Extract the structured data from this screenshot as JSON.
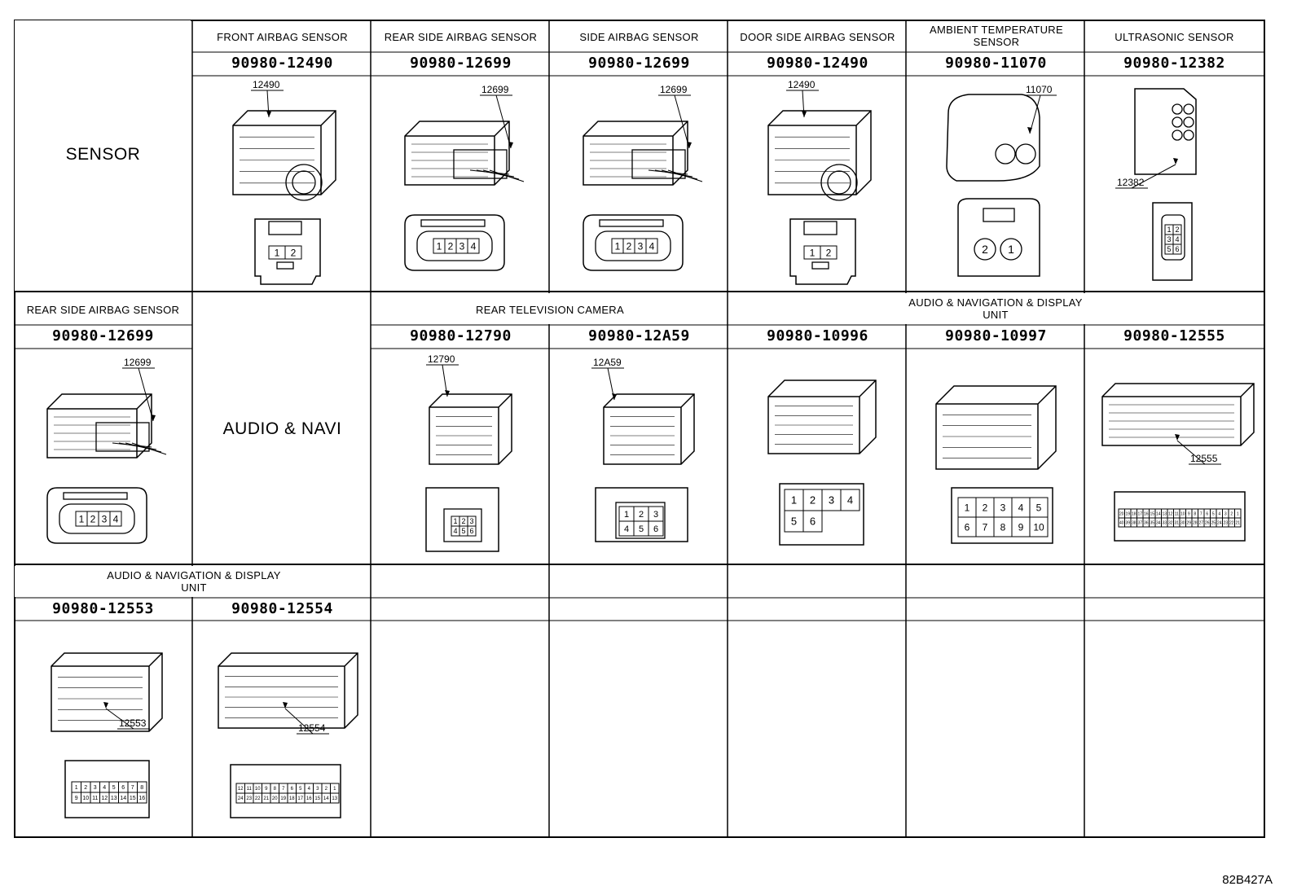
{
  "figure_code": "82B427A",
  "rows": [
    {
      "group_label": "SENSOR",
      "cells": [
        {
          "category": "FRONT AIRBAG SENSOR",
          "part": "90980-12490",
          "callout": "12490",
          "style": "airbag2",
          "pins": [
            "1",
            "2"
          ]
        },
        {
          "category": "REAR SIDE AIRBAG SENSOR",
          "part": "90980-12699",
          "callout": "12699",
          "style": "side4",
          "pins": [
            "1",
            "2",
            "3",
            "4"
          ]
        },
        {
          "category": "SIDE AIRBAG SENSOR",
          "part": "90980-12699",
          "callout": "12699",
          "style": "side4",
          "pins": [
            "1",
            "2",
            "3",
            "4"
          ]
        },
        {
          "category": "DOOR SIDE AIRBAG SENSOR",
          "part": "90980-12490",
          "callout": "12490",
          "style": "airbag2",
          "pins": [
            "1",
            "2"
          ]
        },
        {
          "category": "AMBIENT TEMPERATURE SENSOR",
          "part": "90980-11070",
          "callout": "11070",
          "style": "round2",
          "pins": [
            "2",
            "1"
          ]
        },
        {
          "category": "ULTRASONIC SENSOR",
          "part": "90980-12382",
          "callout": "12382",
          "style": "ultra6",
          "pins": [
            "1",
            "2",
            "3",
            "4",
            "5",
            "6"
          ]
        }
      ]
    },
    {
      "group_label": "AUDIO & NAVI",
      "cells": [
        {
          "category": "REAR SIDE AIRBAG SENSOR",
          "part": "90980-12699",
          "callout": "12699",
          "style": "side4",
          "pins": [
            "1",
            "2",
            "3",
            "4"
          ]
        },
        {
          "category": "REAR TELEVISION CAMERA",
          "part": "90980-12790",
          "callout": "12790",
          "style": "cam6",
          "pins": [
            "1",
            "2",
            "3",
            "4",
            "5",
            "6"
          ]
        },
        {
          "category": "",
          "part": "90980-12A59",
          "callout": "12A59",
          "style": "cam6b",
          "pins": [
            "1",
            "2",
            "3",
            "4",
            "5",
            "6"
          ]
        },
        {
          "category": "AUDIO & NAVIGATION & DISPLAY UNIT",
          "part": "90980-10996",
          "callout": "",
          "style": "box6",
          "pins": [
            "1",
            "2",
            "3",
            "4",
            "5",
            "6"
          ]
        },
        {
          "category": "",
          "part": "90980-10997",
          "callout": "",
          "style": "box10",
          "pins": [
            "1",
            "2",
            "3",
            "4",
            "5",
            "6",
            "7",
            "8",
            "9",
            "10"
          ]
        },
        {
          "category": "",
          "part": "90980-12555",
          "callout": "12555",
          "style": "wide40",
          "pins": [
            "20",
            "19",
            "18",
            "17",
            "16",
            "15",
            "14",
            "13",
            "12",
            "11",
            "10",
            "9",
            "8",
            "7",
            "6",
            "5",
            "4",
            "3",
            "2",
            "1",
            "40",
            "39",
            "38",
            "37",
            "36",
            "35",
            "34",
            "33",
            "32",
            "31",
            "30",
            "29",
            "28",
            "27",
            "26",
            "25",
            "24",
            "23",
            "22",
            "21"
          ]
        }
      ]
    },
    {
      "group_label": "AUDIO & NAVIGATION & DISPLAY UNIT",
      "cells": [
        {
          "category": "",
          "part": "90980-12553",
          "callout": "12553",
          "style": "mid16",
          "pins": [
            "1",
            "2",
            "3",
            "4",
            "5",
            "6",
            "7",
            "8",
            "9",
            "10",
            "11",
            "12",
            "13",
            "14",
            "15",
            "16"
          ]
        },
        {
          "category": "",
          "part": "90980-12554",
          "callout": "12554",
          "style": "mid24",
          "pins": [
            "12",
            "11",
            "10",
            "9",
            "8",
            "7",
            "6",
            "5",
            "4",
            "3",
            "2",
            "1",
            "24",
            "23",
            "22",
            "21",
            "20",
            "19",
            "18",
            "17",
            "16",
            "15",
            "14",
            "13"
          ]
        }
      ]
    }
  ]
}
